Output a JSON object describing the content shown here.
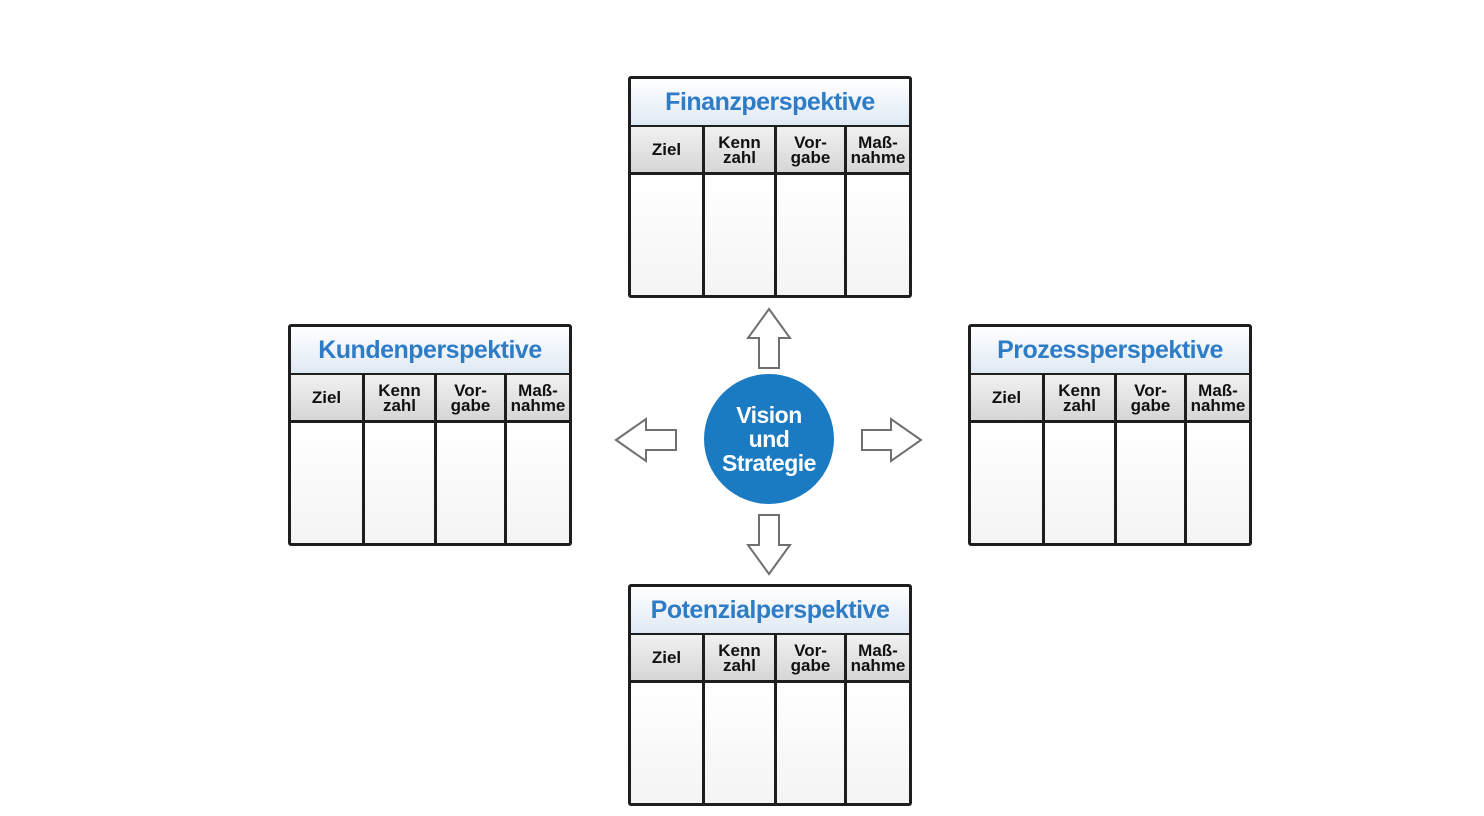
{
  "center": {
    "lines": [
      "Vision",
      "und",
      "Strategie"
    ],
    "color": "#1b7bc2"
  },
  "column_headers": [
    "Ziel",
    "Kenn\nzahl",
    "Vor-\ngabe",
    "Maß-\nnahme"
  ],
  "perspectives": [
    {
      "id": "finanz",
      "title": "Finanzperspektive"
    },
    {
      "id": "kunden",
      "title": "Kundenperspektive"
    },
    {
      "id": "prozess",
      "title": "Prozessperspektive"
    },
    {
      "id": "potenzial",
      "title": "Potenzialperspektive"
    }
  ],
  "colors": {
    "title_text": "#2e7cc6",
    "border": "#1e1e1e",
    "arrow_stroke": "#6f6f6f"
  }
}
